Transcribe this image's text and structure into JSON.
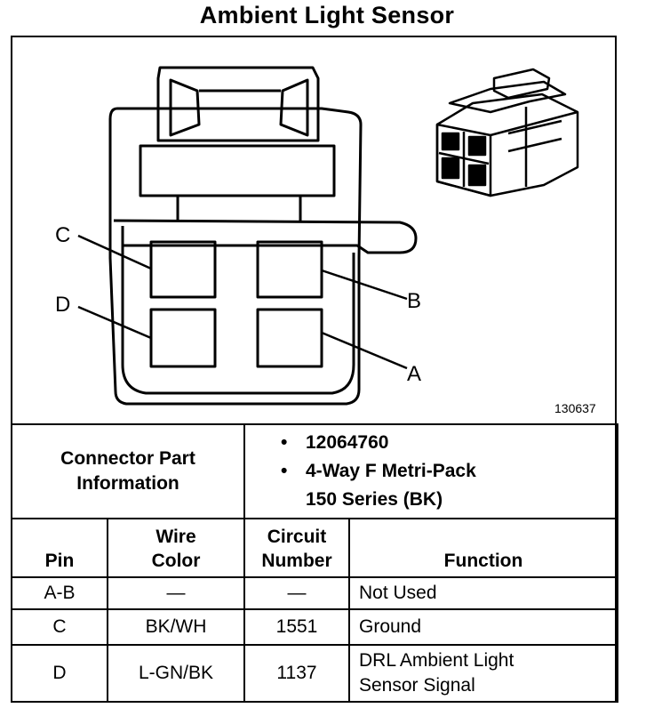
{
  "title": "Ambient Light Sensor",
  "figure_number": "130637",
  "pin_labels": {
    "a": "A",
    "b": "B",
    "c": "C",
    "d": "D"
  },
  "connector_info": {
    "label_line1": "Connector Part",
    "label_line2": "Information",
    "part_number": "12064760",
    "description_line1": "4-Way F Metri-Pack",
    "description_line2": "150 Series (BK)"
  },
  "table": {
    "headers": {
      "pin": "Pin",
      "wire_color_line1": "Wire",
      "wire_color_line2": "Color",
      "circuit_line1": "Circuit",
      "circuit_line2": "Number",
      "function": "Function"
    },
    "rows": [
      {
        "pin": "A-B",
        "wire_color": "—",
        "circuit": "—",
        "function_line1": "Not Used",
        "function_line2": ""
      },
      {
        "pin": "C",
        "wire_color": "BK/WH",
        "circuit": "1551",
        "function_line1": "Ground",
        "function_line2": ""
      },
      {
        "pin": "D",
        "wire_color": "L-GN/BK",
        "circuit": "1137",
        "function_line1": "DRL Ambient Light",
        "function_line2": "Sensor Signal"
      }
    ]
  }
}
